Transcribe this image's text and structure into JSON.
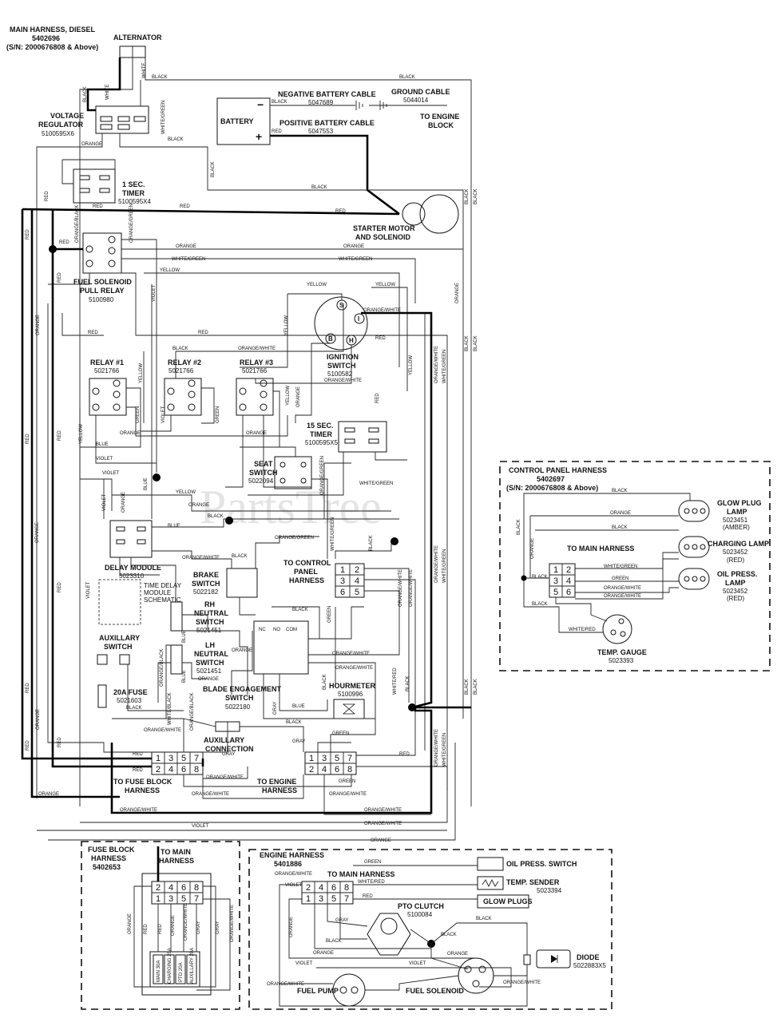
{
  "watermark": "PartsTree",
  "main_harness": {
    "title": "MAIN HARNESS, DIESEL",
    "part": "5402696",
    "serial": "(S/N: 2000676808 & Above)"
  },
  "components": {
    "alternator": "ALTERNATOR",
    "voltage_regulator": {
      "name_1": "VOLTAGE",
      "name_2": "REGULATOR",
      "part": "5100595X6"
    },
    "battery": "BATTERY",
    "neg_cable": {
      "name": "NEGATIVE BATTERY CABLE",
      "part": "5047689"
    },
    "pos_cable": {
      "name": "POSITIVE BATTERY CABLE",
      "part": "5047553"
    },
    "ground_cable": {
      "name": "GROUND CABLE",
      "part": "5044014"
    },
    "engine_block": {
      "line_1": "TO ENGINE",
      "line_2": "BLOCK"
    },
    "timer_1": {
      "name_1": "1 SEC.",
      "name_2": "TIMER",
      "part": "5100595X4"
    },
    "starter": {
      "name_1": "STARTER MOTOR",
      "name_2": "AND SOLENOID"
    },
    "fuel_relay": {
      "name_1": "FUEL SOLENOID",
      "name_2": "PULL RELAY",
      "part": "5100980"
    },
    "ignition": {
      "name_1": "IGNITION",
      "name_2": "SWITCH",
      "part": "5100582"
    },
    "relay_1": {
      "name": "RELAY #1",
      "part": "5021766"
    },
    "relay_2": {
      "name": "RELAY #2",
      "part": "5021766"
    },
    "relay_3": {
      "name": "RELAY #3",
      "part": "5021766"
    },
    "timer_15": {
      "name_1": "15 SEC.",
      "name_2": "TIMER",
      "part": "5100595X5"
    },
    "seat_switch": {
      "name_1": "SEAT",
      "name_2": "SWITCH",
      "part": "5022094"
    },
    "delay_module": {
      "name": "DELAY MODULE",
      "part": "5023310"
    },
    "time_delay": {
      "line_1": "TIME DELAY",
      "line_2": "MODULE",
      "line_3": "SCHEMATIC"
    },
    "brake_switch": {
      "name_1": "BRAKE",
      "name_2": "SWITCH",
      "part": "5022182"
    },
    "rh_neutral": {
      "name_1": "RH",
      "name_2": "NEUTRAL",
      "name_3": "SWITCH",
      "part": "5021451"
    },
    "lh_neutral": {
      "name_1": "LH",
      "name_2": "NEUTRAL",
      "name_3": "SWITCH",
      "part": "5021451"
    },
    "aux_switch": {
      "name_1": "AUXILLARY",
      "name_2": "SWITCH"
    },
    "fuse_20a": {
      "name": "20A FUSE",
      "part": "5021603"
    },
    "blade_switch": {
      "name_1": "BLADE ENGAGEMENT",
      "name_2": "SWITCH",
      "part": "5022180"
    },
    "hourmeter": {
      "name": "HOURMETER",
      "part": "5100996"
    },
    "aux_connection": {
      "name_1": "AUXILLARY",
      "name_2": "CONNECTION"
    },
    "to_control_panel": {
      "line_1": "TO CONTROL",
      "line_2": "PANEL",
      "line_3": "HARNESS"
    },
    "to_fuse_block": {
      "line_1": "TO FUSE BLOCK",
      "line_2": "HARNESS"
    },
    "to_engine_harness": {
      "line_1": "TO ENGINE",
      "line_2": "HARNESS"
    }
  },
  "control_panel": {
    "title": "CONTROL PANEL HARNESS",
    "part": "5402697",
    "serial": "(S/N: 2000676808 & Above)",
    "to_main": "TO MAIN HARNESS",
    "glow_lamp": {
      "name_1": "GLOW PLUG",
      "name_2": "LAMP",
      "part": "5023451",
      "color": "(AMBER)"
    },
    "charging_lamp": {
      "name": "CHARGING LAMP",
      "part": "5023452",
      "color": "(RED)"
    },
    "oil_lamp": {
      "name_1": "OIL PRESS.",
      "name_2": "LAMP",
      "part": "5023452",
      "color": "(RED)"
    },
    "temp_gauge": {
      "name": "TEMP. GAUGE",
      "part": "5023393"
    }
  },
  "fuse_block": {
    "title_1": "FUSE BLOCK",
    "title_2": "HARNESS",
    "part": "5402653",
    "to_main_1": "TO MAIN",
    "to_main_2": "HARNESS",
    "fuses": [
      "MAIN 30A",
      "CHARGING 25A",
      "PTO 20A",
      "AUXILLARY 20A"
    ]
  },
  "engine_harness": {
    "title": "ENGINE HARNESS",
    "part": "5401886",
    "to_main": "TO MAIN HARNESS",
    "oil_switch": "OIL PRESS. SWITCH",
    "temp_sender": {
      "name": "TEMP. SENDER",
      "part": "5023394"
    },
    "glow_plugs": "GLOW PLUGS",
    "pto_clutch": {
      "name": "PTO CLUTCH",
      "part": "5100084"
    },
    "diode": {
      "name": "DIODE",
      "part": "5022883X5"
    },
    "fuel_pump": "FUEL PUMP",
    "fuel_solenoid": "FUEL SOLENOID"
  },
  "connectors": {
    "main_fuse_pins": [
      "1",
      "3",
      "5",
      "7",
      "2",
      "4",
      "6",
      "8"
    ],
    "main_engine_pins": [
      "1",
      "3",
      "5",
      "7",
      "2",
      "4",
      "6",
      "8"
    ],
    "control_pins": [
      "1",
      "2",
      "3",
      "4",
      "6",
      "5"
    ],
    "cp_pins": [
      "1",
      "2",
      "3",
      "4",
      "5",
      "6"
    ],
    "fb_pins": [
      "2",
      "4",
      "6",
      "8",
      "1",
      "3",
      "5",
      "7"
    ],
    "eh_pins": [
      "2",
      "4",
      "6",
      "8",
      "1",
      "3",
      "5",
      "7"
    ]
  },
  "wire_labels": {
    "black": "BLACK",
    "red": "RED",
    "white": "WHITE",
    "orange": "ORANGE",
    "yellow": "YELLOW",
    "green": "GREEN",
    "blue": "BLUE",
    "violet": "VIOLET",
    "gray": "GRAY",
    "white_green": "WHITE/GREEN",
    "orange_white": "ORANGE/WHITE",
    "orange_green": "ORANGE/GREEN",
    "orange_black": "ORANGE/BLACK",
    "white_red": "WHITE/RED",
    "white_black": "WHITE/BLACK"
  }
}
